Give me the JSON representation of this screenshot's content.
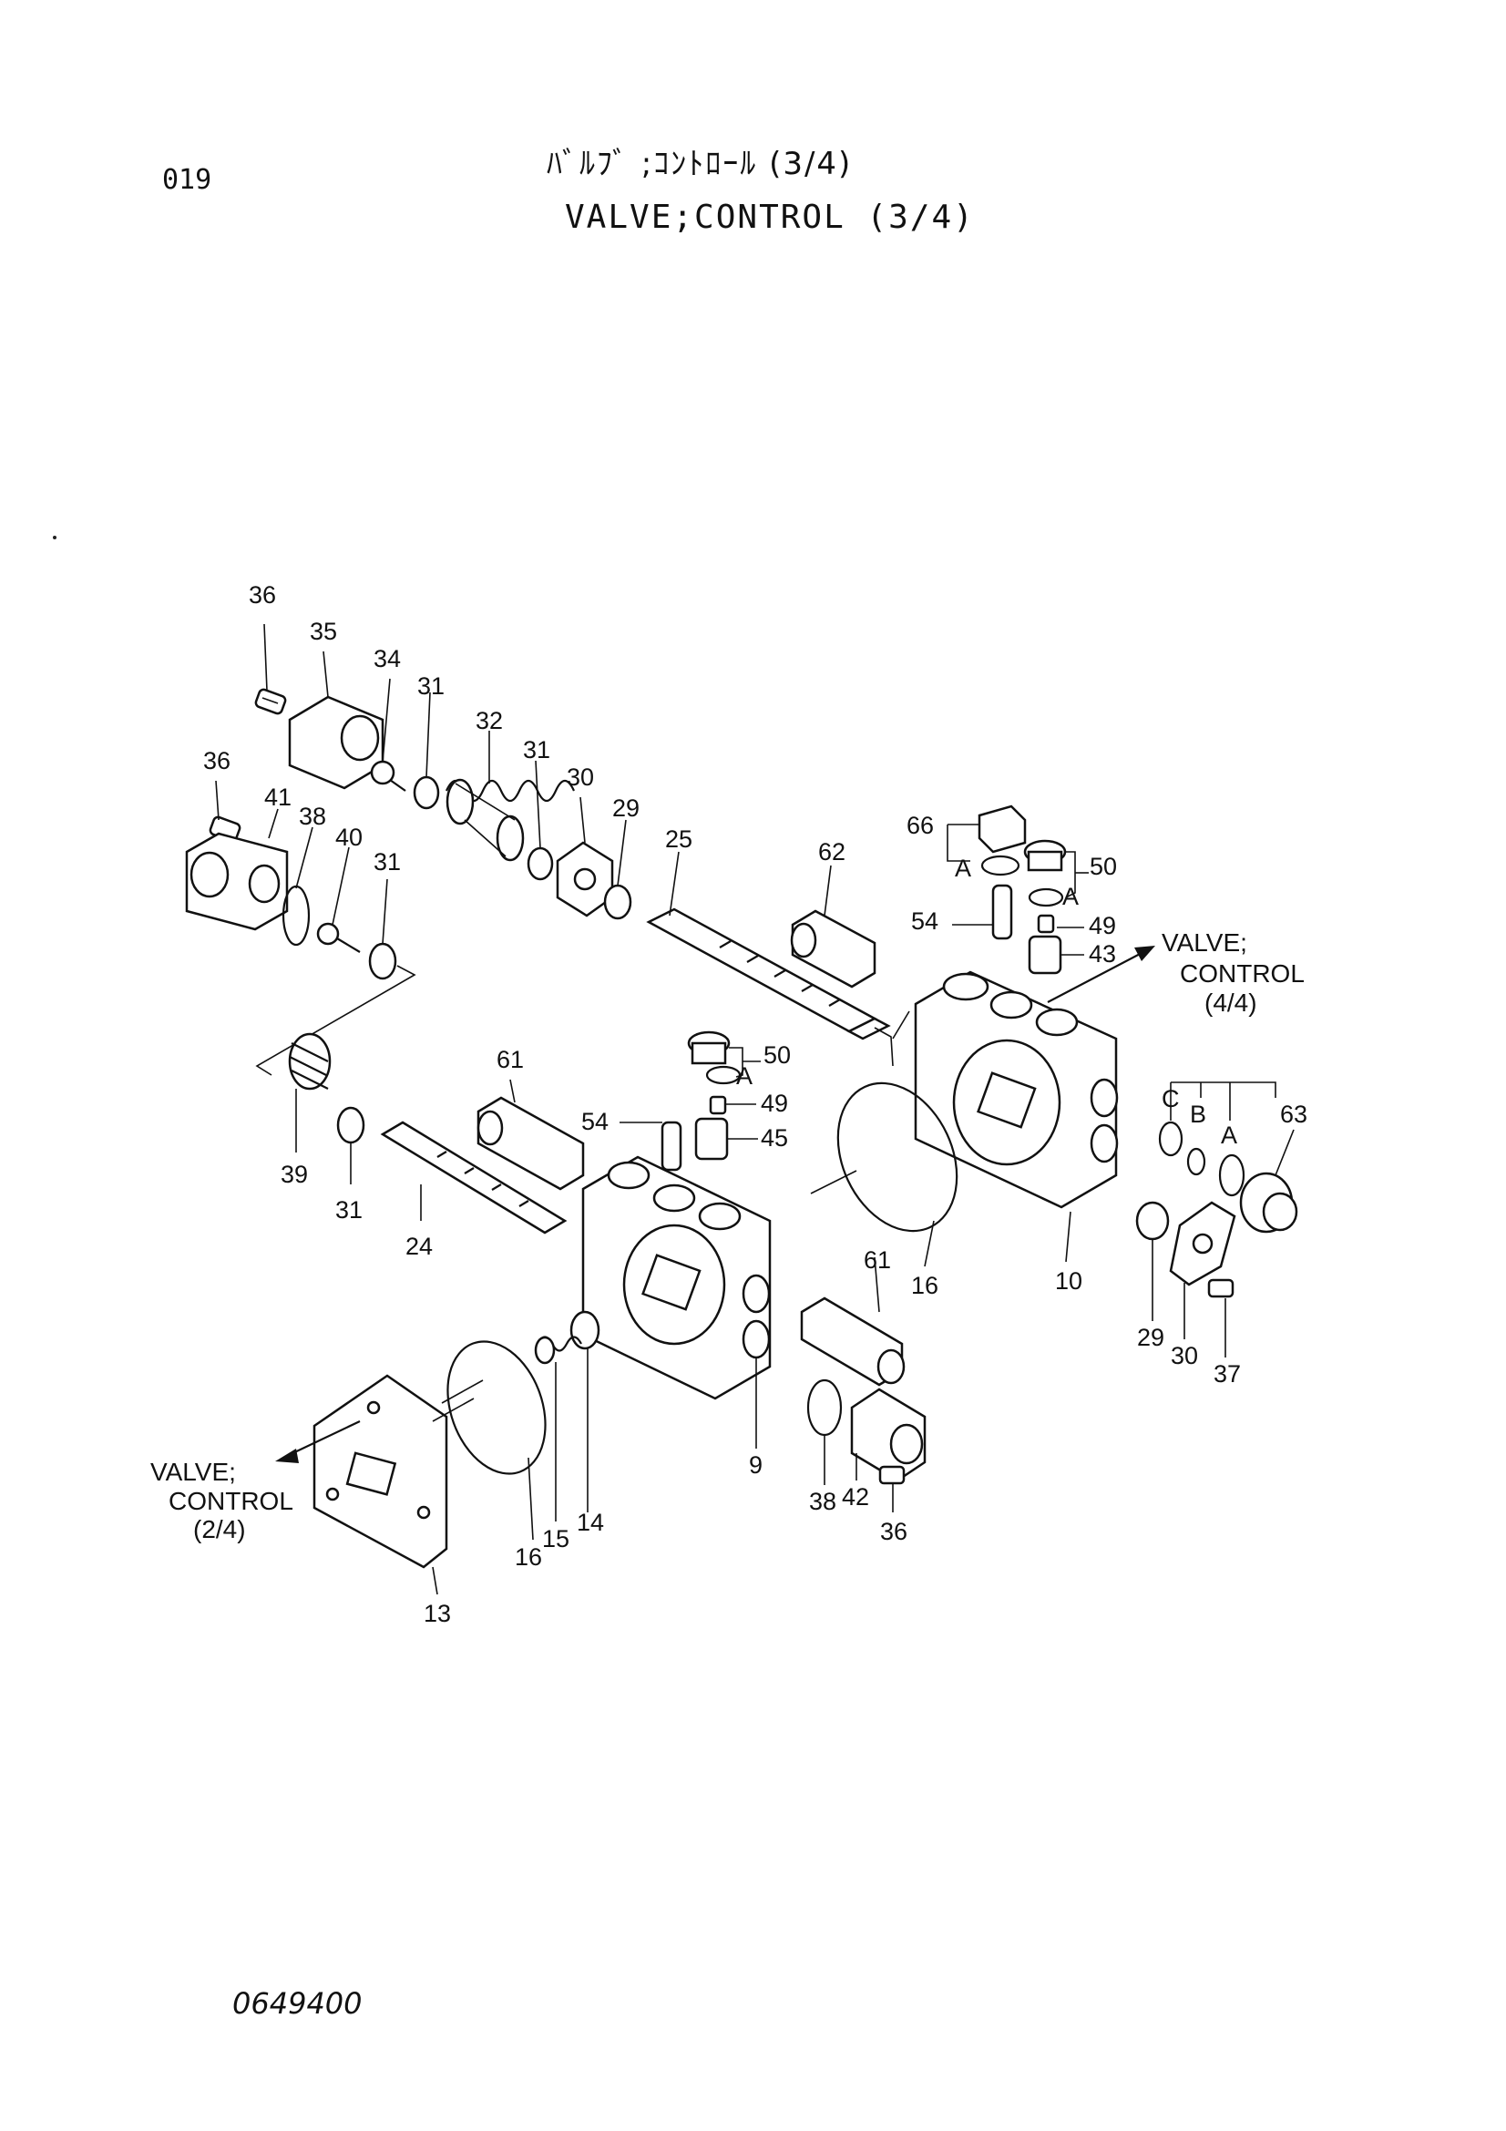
{
  "header": {
    "page_number": "019",
    "title_jp": "ﾊﾞﾙﾌﾞ ;ｺﾝﾄﾛｰﾙ (3/4)",
    "title_en": "VALVE;CONTROL (3/4)"
  },
  "footer": {
    "drawing_number": "0649400"
  },
  "callouts": {
    "c36a": "36",
    "c35": "35",
    "c34": "34",
    "c31a": "31",
    "c32": "32",
    "c31b": "31",
    "c30a": "30",
    "c29a": "29",
    "c25": "25",
    "c36b": "36",
    "c41": "41",
    "c38a": "38",
    "c40": "40",
    "c31c": "31",
    "c62": "62",
    "c66": "66",
    "c50a": "50",
    "c54a": "54",
    "c49a": "49",
    "c43": "43",
    "c61a": "61",
    "c50b": "50",
    "c49b": "49",
    "c54b": "54",
    "c45": "45",
    "c39": "39",
    "c31d": "31",
    "c24": "24",
    "c16a": "16",
    "c10": "10",
    "c63": "63",
    "c29b": "29",
    "c30b": "30",
    "c37": "37",
    "c61b": "61",
    "c9": "9",
    "c38b": "38",
    "c42": "42",
    "c36c": "36",
    "c16b": "16",
    "c15": "15",
    "c14": "14",
    "c13": "13",
    "label_a1": "A",
    "label_a2": "A",
    "label_a3": "A",
    "label_a4": "A",
    "label_b": "B",
    "label_c": "C"
  },
  "references": {
    "upper_right": {
      "line1": "VALVE;",
      "line2": "CONTROL",
      "line3": "(4/4)"
    },
    "lower_left": {
      "line1": "VALVE;",
      "line2": "CONTROL",
      "line3": "(2/4)"
    }
  }
}
